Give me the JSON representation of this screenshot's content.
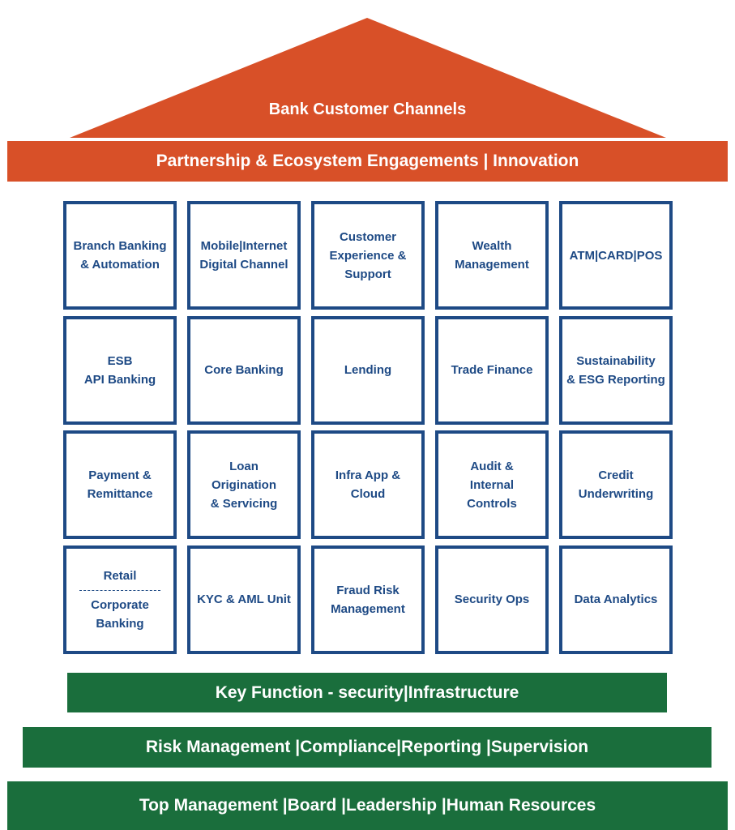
{
  "colors": {
    "roof": "#d85028",
    "foundation": "#1a6e3c",
    "pillar_border": "#1e4a85",
    "pillar_text": "#1e4a85"
  },
  "roof": {
    "title": "Bank Customer Channels"
  },
  "top_band": {
    "label": "Partnership & Ecosystem Engagements | Innovation"
  },
  "pillars": [
    {
      "lines": [
        "Branch Banking",
        "& Automation"
      ]
    },
    {
      "lines": [
        "Mobile|Internet",
        "Digital Channel"
      ]
    },
    {
      "lines": [
        "Customer",
        "Experience &",
        "Support"
      ]
    },
    {
      "lines": [
        "Wealth",
        "Management"
      ]
    },
    {
      "lines": [
        "ATM|CARD|POS"
      ]
    },
    {
      "lines": [
        "ESB",
        "API Banking"
      ]
    },
    {
      "lines": [
        "Core Banking"
      ]
    },
    {
      "lines": [
        "Lending"
      ]
    },
    {
      "lines": [
        "Trade Finance"
      ]
    },
    {
      "lines": [
        "Sustainability",
        "& ESG Reporting"
      ]
    },
    {
      "lines": [
        "Payment &",
        "Remittance"
      ]
    },
    {
      "lines": [
        "Loan",
        "Origination",
        "& Servicing"
      ]
    },
    {
      "lines": [
        "Infra App &",
        "Cloud"
      ]
    },
    {
      "lines": [
        "Audit &",
        "Internal",
        "Controls"
      ]
    },
    {
      "lines": [
        "Credit",
        "Underwriting"
      ]
    },
    {
      "lines": [
        "Retail",
        "Corporate",
        "Banking"
      ],
      "dashed_after": 0
    },
    {
      "lines": [
        "KYC & AML Unit"
      ]
    },
    {
      "lines": [
        "Fraud Risk",
        "Management"
      ]
    },
    {
      "lines": [
        "Security Ops"
      ]
    },
    {
      "lines": [
        "Data Analytics"
      ]
    }
  ],
  "foundation": [
    {
      "label": "Key Function - security|Infrastructure"
    },
    {
      "label": "Risk Management |Compliance|Reporting |Supervision"
    },
    {
      "label": "Top Management |Board |Leadership |Human Resources"
    }
  ]
}
